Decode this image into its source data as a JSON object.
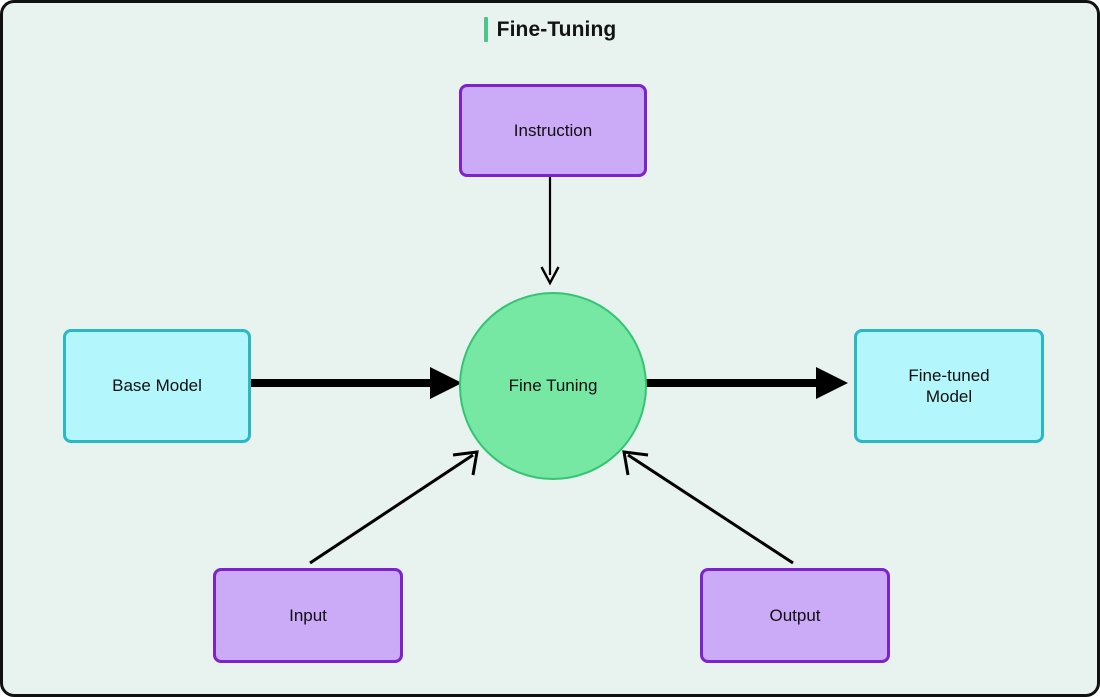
{
  "header": {
    "title": "Fine-Tuning",
    "accent_color": "#4ac58c"
  },
  "canvas": {
    "background_color": "#e8f2ef",
    "border_color": "#111111"
  },
  "palette": {
    "purple_fill": "#cbaaf7",
    "purple_border": "#7e22ce",
    "cyan_fill": "#b3f6fb",
    "cyan_border": "#2bb8c6",
    "green_fill": "#76e8a4",
    "green_border": "#33c573",
    "arrow_color": "#000000"
  },
  "diagram": {
    "nodes": [
      {
        "id": "instruction",
        "label": "Instruction",
        "shape": "rounded-rect",
        "color": "purple"
      },
      {
        "id": "base_model",
        "label": "Base Model",
        "shape": "rounded-rect",
        "color": "cyan"
      },
      {
        "id": "fine_tuning",
        "label": "Fine Tuning",
        "shape": "circle",
        "color": "green"
      },
      {
        "id": "fine_tuned",
        "label": "Fine-tuned Model",
        "shape": "rounded-rect",
        "color": "cyan"
      },
      {
        "id": "input",
        "label": "Input",
        "shape": "rounded-rect",
        "color": "purple"
      },
      {
        "id": "output",
        "label": "Output",
        "shape": "rounded-rect",
        "color": "purple"
      }
    ],
    "edges": [
      {
        "id": "edge-instruction-to-fine-tuning",
        "from": "instruction",
        "to": "fine_tuning",
        "label": "",
        "style": "thin-arrow"
      },
      {
        "id": "edge-base-model-to-fine-tuning",
        "from": "base_model",
        "to": "fine_tuning",
        "label": "",
        "style": "thick-arrow"
      },
      {
        "id": "edge-fine-tuning-to-fine-tuned",
        "from": "fine_tuning",
        "to": "fine_tuned",
        "label": "",
        "style": "thick-arrow"
      },
      {
        "id": "edge-input-to-fine-tuning",
        "from": "input",
        "to": "fine_tuning",
        "label": "",
        "style": "thin-arrow"
      },
      {
        "id": "edge-output-to-fine-tuning",
        "from": "output",
        "to": "fine_tuning",
        "label": "",
        "style": "thin-arrow"
      }
    ]
  }
}
